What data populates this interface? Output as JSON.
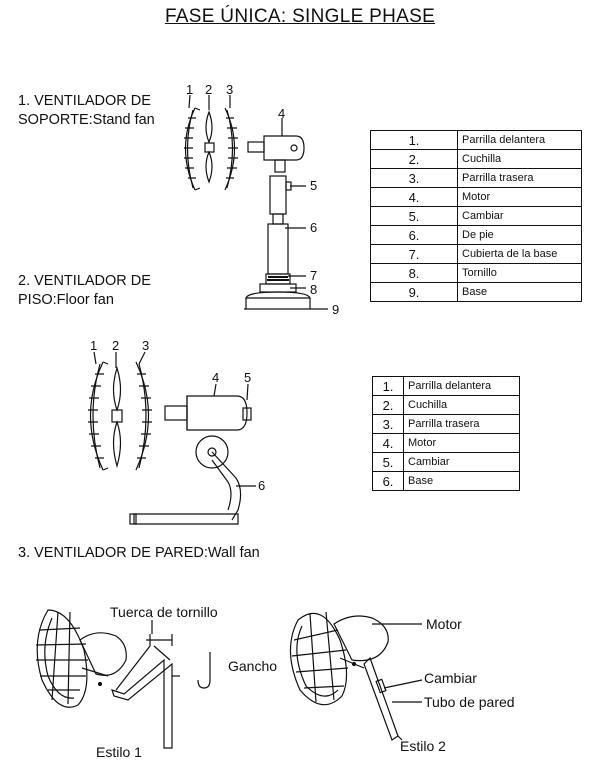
{
  "title": "FASE ÚNICA: SINGLE PHASE",
  "section1": {
    "line1": "1. VENTILADOR DE",
    "line2": "SOPORTE:Stand fan"
  },
  "section2": {
    "line1": "2. VENTILADOR DE",
    "line2": "PISO:Floor fan"
  },
  "section3": {
    "heading": "3. VENTILADOR DE PARED:Wall fan"
  },
  "stand_callouts": [
    "1",
    "2",
    "3",
    "4",
    "5",
    "6",
    "7",
    "8",
    "9"
  ],
  "floor_callouts": [
    "1",
    "2",
    "3",
    "4",
    "5",
    "6"
  ],
  "table1": {
    "rows": [
      {
        "num": "1.",
        "part": "Parrilla delantera"
      },
      {
        "num": "2.",
        "part": "Cuchilla"
      },
      {
        "num": "3.",
        "part": "Parrilla trasera"
      },
      {
        "num": "4.",
        "part": "Motor"
      },
      {
        "num": "5.",
        "part": "Cambiar"
      },
      {
        "num": "6.",
        "part": "De pie"
      },
      {
        "num": "7.",
        "part": "Cubierta de la base"
      },
      {
        "num": "8.",
        "part": "Tornillo"
      },
      {
        "num": "9.",
        "part": "Base"
      }
    ]
  },
  "table2": {
    "rows": [
      {
        "num": "1.",
        "part": "Parrilla delantera"
      },
      {
        "num": "2.",
        "part": "Cuchilla"
      },
      {
        "num": "3.",
        "part": "Parrilla trasera"
      },
      {
        "num": "4.",
        "part": "Motor"
      },
      {
        "num": "5.",
        "part": "Cambiar"
      },
      {
        "num": "6.",
        "part": "Base"
      }
    ]
  },
  "wall": {
    "tuerca": "Tuerca de tornillo",
    "gancho": "Gancho",
    "estilo1": "Estilo 1",
    "motor": "Motor",
    "cambiar": "Cambiar",
    "tubo": "Tubo de pared",
    "estilo2": "Estilo 2"
  }
}
